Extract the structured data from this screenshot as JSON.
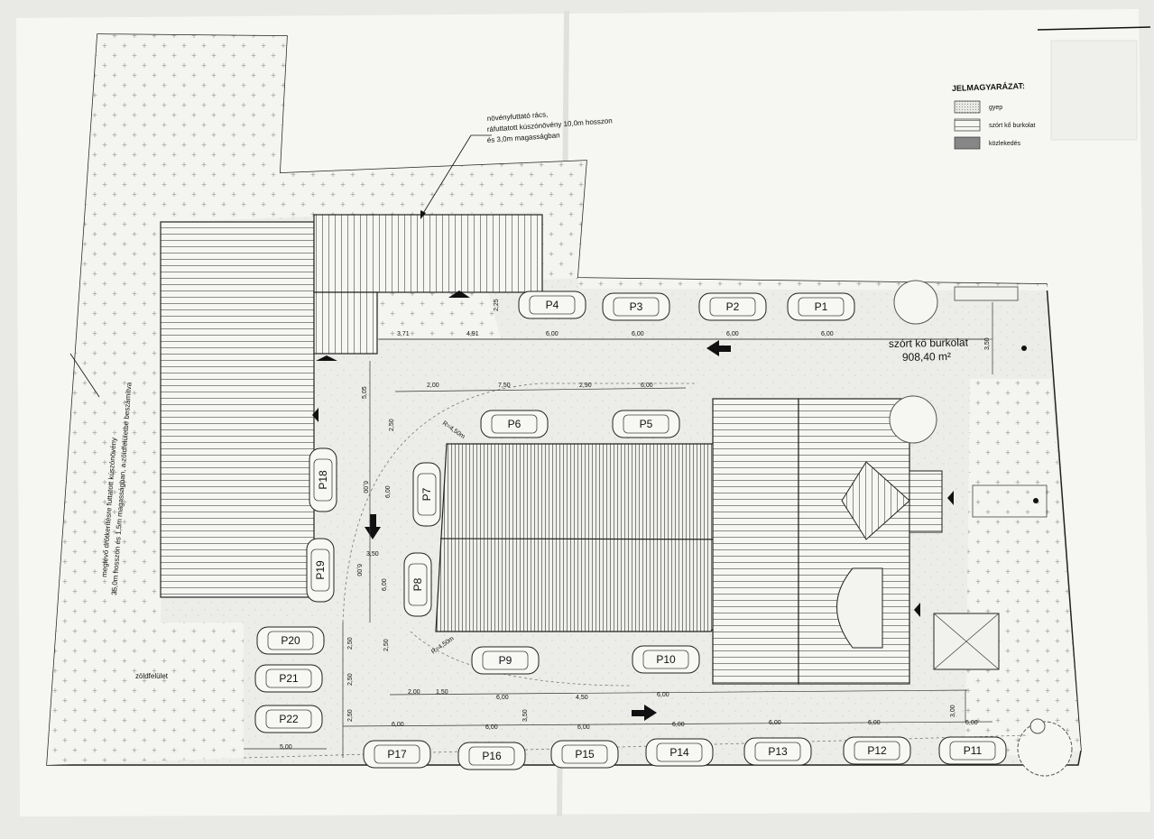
{
  "legend": {
    "title": "JELMAGYARÁZAT:",
    "items": [
      {
        "label": "gyep"
      },
      {
        "label": "szórt kő burkolat"
      },
      {
        "label": "közlekedés"
      }
    ]
  },
  "annotations": {
    "trellis_line1": "növényfuttató rács,",
    "trellis_line2": "ráfuttatott kúszónövény 10,0m hosszon",
    "trellis_line3": "és 3,0m magasságban",
    "fence_line1": "meglévő drótkerítésre futtatott kúszónövény",
    "fence_line2": "35,0m hosszon és 1,5m magasságban, a zöldfelületbe beszámítva",
    "paving_label": "szórt kő burkolat",
    "paving_area": "908,40 m²",
    "green_label": "zöldfelület",
    "radius_1": "R=4,50m",
    "radius_2": "R=4,50m"
  },
  "parking": [
    "P1",
    "P2",
    "P3",
    "P4",
    "P5",
    "P6",
    "P7",
    "P8",
    "P9",
    "P10",
    "P11",
    "P12",
    "P13",
    "P14",
    "P15",
    "P16",
    "P17",
    "P18",
    "P19",
    "P20",
    "P21",
    "P22"
  ],
  "dimensions": {
    "top_row": [
      "3,71",
      "4,91",
      "6,00",
      "6,00",
      "6,00",
      "6,00"
    ],
    "top_small": "2,25",
    "right_3_50": "3,50",
    "mid_row": [
      "2,00",
      "7,50",
      "2,90",
      "6,00"
    ],
    "vert_5_05": "5,05",
    "vert_2_50": "2,50",
    "vert_6_00a": "6,00",
    "vert_6_00b": "6,00",
    "vert_6_00c": "6,00",
    "vert_6_00d": "6,00",
    "mid_3_50": "3,50",
    "left_2_50a": "2,50",
    "left_2_50b": "2,50",
    "left_2_50c": "2,50",
    "left_2_50d": "2,50",
    "bot_2_00": "2,00",
    "bot_1_50": "1,50",
    "bot_6_00a": "6,00",
    "bot_4_50": "4,50",
    "bot_6_00b": "6,00",
    "bot_3_50": "3,50",
    "bot_3_00": "3,00",
    "bot_row": [
      "6,00",
      "6,00",
      "6,00",
      "6,00",
      "6,00",
      "6,00",
      "6,00"
    ],
    "bot_5_00": "5,00"
  }
}
